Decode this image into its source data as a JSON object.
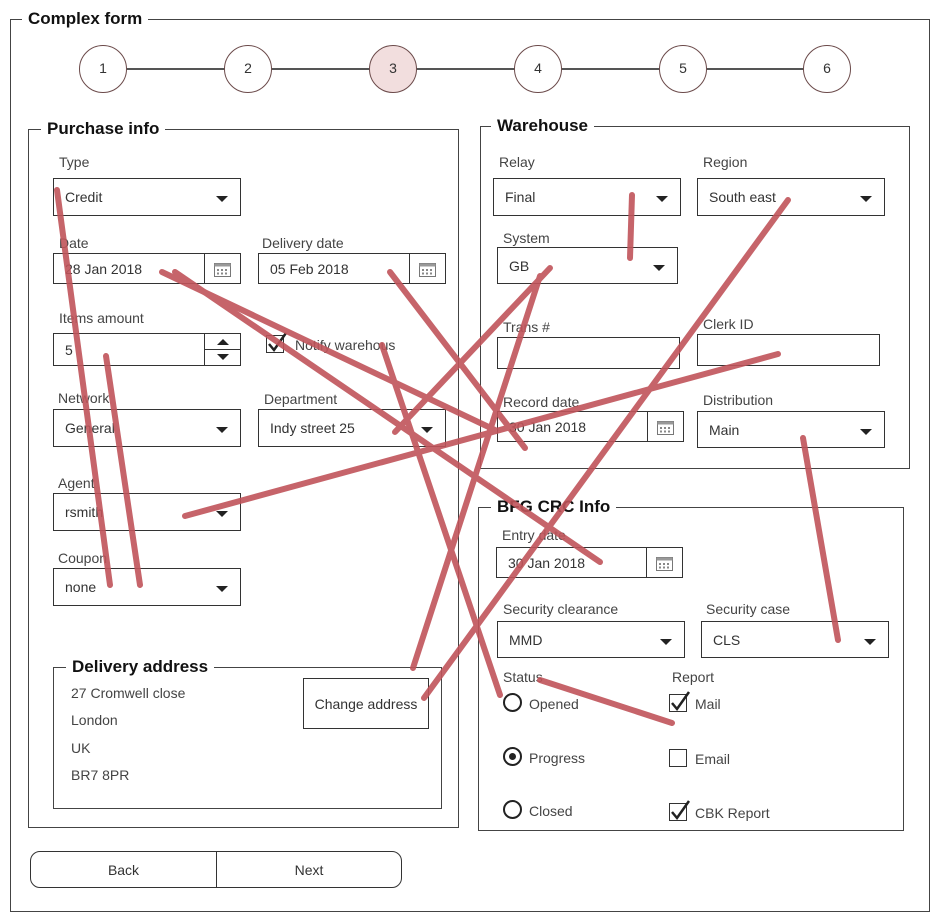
{
  "form": {
    "title": "Complex form"
  },
  "steps": [
    "1",
    "2",
    "3",
    "4",
    "5",
    "6"
  ],
  "active_step": "3",
  "purchase": {
    "title": "Purchase info",
    "type": {
      "label": "Type",
      "value": "Credit"
    },
    "date": {
      "label": "Date",
      "value": "28 Jan 2018"
    },
    "delivery_date": {
      "label": "Delivery date",
      "value": "05 Feb 2018"
    },
    "items_amount": {
      "label": "Items amount",
      "value": "5"
    },
    "notify": {
      "label": "Notify warehous",
      "checked": true
    },
    "network": {
      "label": "Network",
      "value": "General"
    },
    "department": {
      "label": "Department",
      "value": "Indy street 25"
    },
    "agent": {
      "label": "Agent",
      "value": "rsmith"
    },
    "coupon": {
      "label": "Coupon",
      "value": "none"
    }
  },
  "delivery": {
    "title": "Delivery address",
    "lines": [
      "27 Cromwell close",
      "London",
      "UK",
      "BR7 8PR"
    ],
    "change_label": "Change address"
  },
  "warehouse": {
    "title": "Warehouse",
    "relay": {
      "label": "Relay",
      "value": "Final"
    },
    "region": {
      "label": "Region",
      "value": "South east"
    },
    "system": {
      "label": "System",
      "value": "GB"
    },
    "trans": {
      "label": "Trans #",
      "value": ""
    },
    "clerk": {
      "label": "Clerk ID",
      "value": ""
    },
    "record_date": {
      "label": "Record date",
      "value": "30 Jan 2018"
    },
    "distribution": {
      "label": "Distribution",
      "value": "Main"
    }
  },
  "bfg": {
    "title": "BFG CRC Info",
    "entry_date": {
      "label": "Entry date",
      "value": "30 Jan 2018"
    },
    "security_clearance": {
      "label": "Security clearance",
      "value": "MMD"
    },
    "security_case": {
      "label": "Security case",
      "value": "CLS"
    },
    "status": {
      "label": "Status",
      "options": [
        "Opened",
        "Progress",
        "Closed"
      ],
      "selected": "Progress"
    },
    "report": {
      "label": "Report",
      "options": [
        "Mail",
        "Email",
        "CBK Report"
      ],
      "checked": [
        "Mail",
        "CBK Report"
      ]
    }
  },
  "nav": {
    "back": "Back",
    "next": "Next"
  },
  "icons": {
    "dropdown": "caret-down-icon",
    "calendar": "calendar-icon",
    "check": "checkmark-icon"
  },
  "colors": {
    "scribble": "#c0545a",
    "active_step": "#f2dede",
    "step_border": "#6b4a4a"
  }
}
